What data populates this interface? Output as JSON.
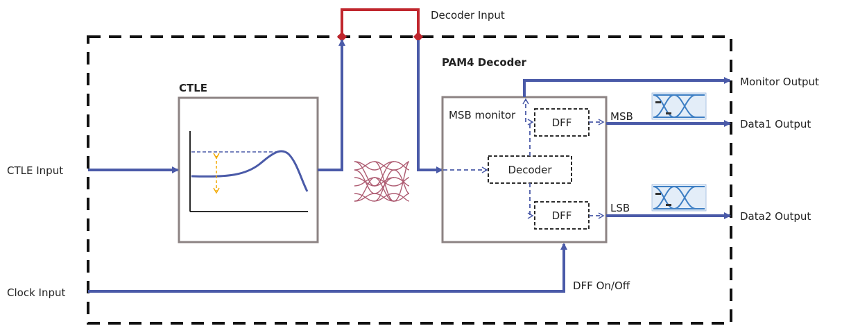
{
  "labels": {
    "decoder_input": "Decoder Input",
    "pam4_decoder": "PAM4 Decoder",
    "ctle": "CTLE",
    "ctle_input": "CTLE Input",
    "clock_input": "Clock Input",
    "msb_monitor": "MSB monitor",
    "dff_top": "DFF",
    "dff_bottom": "DFF",
    "decoder": "Decoder",
    "msb": "MSB",
    "lsb": "LSB",
    "monitor_output": "Monitor Output",
    "data1_output": "Data1 Output",
    "data2_output": "Data2 Output",
    "dff_onoff": "DFF On/Off"
  },
  "colors": {
    "signal_blue": "#4a5aa8",
    "decoder_input_red": "#c0262d",
    "frame_black": "#111111",
    "block_gray": "#8c8383",
    "ctle_peak_orange": "#f2a900",
    "pam4_eye": "#a0405a",
    "nrz_eye": "#3e7fc4"
  }
}
